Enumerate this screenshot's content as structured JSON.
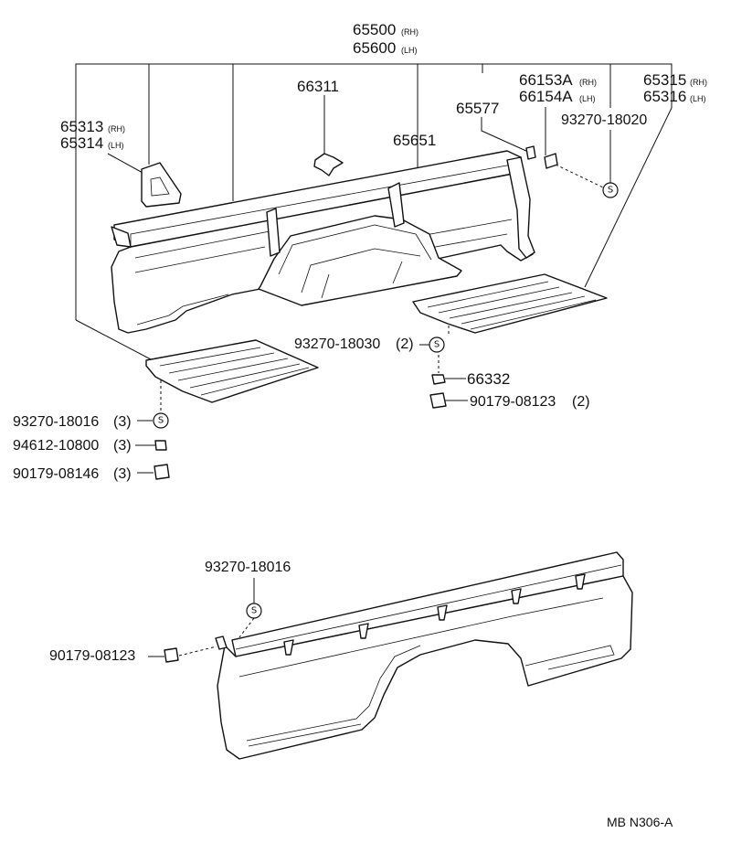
{
  "labels": {
    "p65500": {
      "num": "65500",
      "suffix": "(RH)"
    },
    "p65600": {
      "num": "65600",
      "suffix": "(LH)"
    },
    "p66311": {
      "num": "66311"
    },
    "p65313": {
      "num": "65313",
      "suffix": "(RH)"
    },
    "p65314": {
      "num": "65314",
      "suffix": "(LH)"
    },
    "p65651": {
      "num": "65651"
    },
    "p65577": {
      "num": "65577"
    },
    "p66153A": {
      "num": "66153A",
      "suffix": "(RH)"
    },
    "p66154A": {
      "num": "66154A",
      "suffix": "(LH)"
    },
    "p65315": {
      "num": "65315",
      "suffix": "(RH)"
    },
    "p65316": {
      "num": "65316",
      "suffix": "(LH)"
    },
    "p93270_18020": {
      "num": "93270-18020"
    },
    "p93270_18030": {
      "num": "93270-18030",
      "qty": "(2)"
    },
    "p66332": {
      "num": "66332"
    },
    "p90179_08123_r": {
      "num": "90179-08123",
      "qty": "(2)"
    },
    "p93270_18016_l": {
      "num": "93270-18016",
      "qty": "(3)"
    },
    "p94612_10800": {
      "num": "94612-10800",
      "qty": "(3)"
    },
    "p90179_08146": {
      "num": "90179-08146",
      "qty": "(3)"
    },
    "p93270_18016_b": {
      "num": "93270-18016"
    },
    "p90179_08123_b": {
      "num": "90179-08123"
    }
  },
  "symbol_letter": "S",
  "diagram_code": "MB N306-A"
}
